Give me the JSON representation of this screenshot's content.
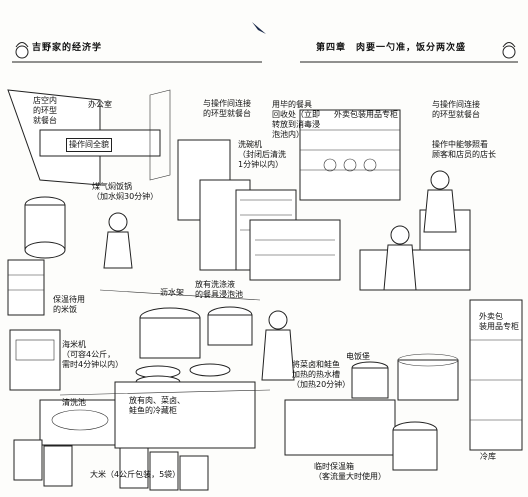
{
  "header": {
    "left": "吉野家的经济学",
    "right": "第四章　肉要一勺准，饭分两次盛"
  },
  "labels": {
    "order_counter": "店空内\n的环型\n就餐台",
    "office": "办公室",
    "kitchen_view": "操作间全貌",
    "rice_cooker": "煤气焖饭锅\n（加水焖30分钟）",
    "warm_rice": "保温待用\n的米饭",
    "rice_machine": "海米机\n（可容4公斤，\n需时4分钟以内）",
    "wash_sink": "清洗池",
    "rice_bags": "大米（4公斤包装，5袋）",
    "connected_counter_top": "与操作间连接\n的环型就餐台",
    "dishwasher": "洗碗机\n（封闭后清洗\n1分钟以内）",
    "drain_rack": "沥水架",
    "soaked_dishes": "放有洗涤液\n的餐具浸泡池",
    "used_tableware": "用毕的餐具\n回收处（立即\n转放到消毒浸\n泡池内）",
    "takeout_shelf_top": "外卖包装用品专柜",
    "connected_counter_right": "与操作间连接\n的环型就餐台",
    "manager_view": "操作中能够照看\n顾客和店员的店长",
    "takeout_shelf_right": "外卖包\n装用品专柜",
    "fridge": "放有肉、菜卤、\n鲑鱼的冷藏柜",
    "electric_pot": "电饭堡",
    "hot_tank": "将菜卤和鲑鱼\n加热的热水槽\n（加热20分钟）",
    "temp_box": "临时保温箱\n（客流量大时使用）",
    "cold_storage": "冷库"
  },
  "icons": [
    "chef-logo-icon",
    "cook-figure-icon",
    "worker-figure-icon",
    "manager-figure-icon"
  ]
}
